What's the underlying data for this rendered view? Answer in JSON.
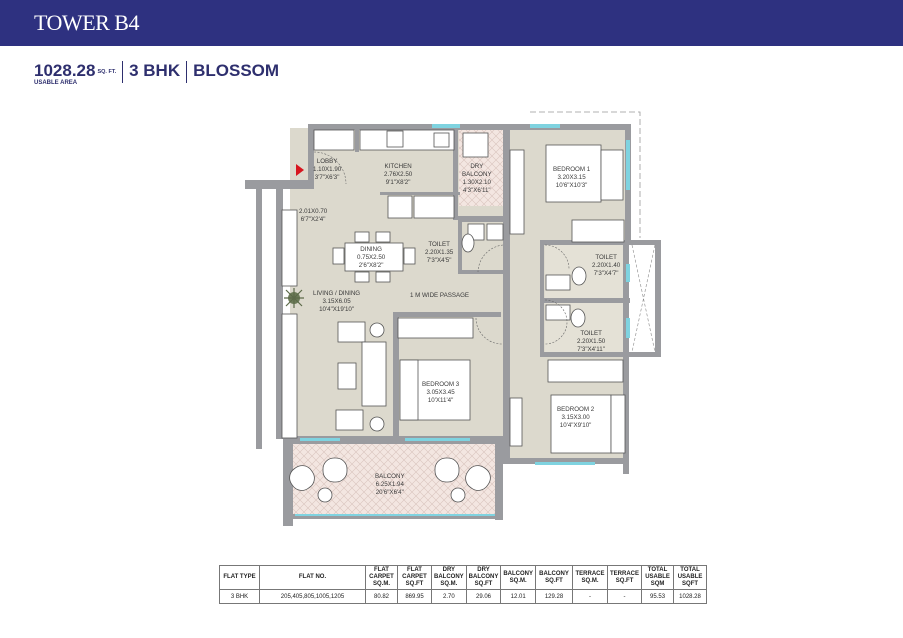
{
  "header": {
    "title": "TOWER B4"
  },
  "summary": {
    "area_value": "1028.28",
    "area_unit": "SQ. FT.",
    "area_label": "USABLE AREA",
    "configuration": "3 BHK",
    "unit_name": "BLOSSOM"
  },
  "colors": {
    "header_bg": "#2e3180",
    "text_navy": "#2e2f6e",
    "wall": "#9a9b9f",
    "floor": "#dcd9cd",
    "balcony_hatch": "#f0e2dc",
    "window": "#7fd3e0",
    "entry_marker": "#d7151f"
  },
  "rooms": {
    "lobby": {
      "name": "LOBBY",
      "metric": "1.10X1.90",
      "imperial": "3'7\"X6'3\""
    },
    "kitchen": {
      "name": "KITCHEN",
      "metric": "2.76X2.50",
      "imperial": "9'1\"X8'2\""
    },
    "dry_balcony": {
      "name1": "DRY",
      "name2": "BALCONY",
      "metric": "1.30X2.10",
      "imperial": "4'3\"X6'11\""
    },
    "bedroom1": {
      "name": "BEDROOM 1",
      "metric": "3.20X3.15",
      "imperial": "10'6\"X10'3\""
    },
    "foyer": {
      "metric": "2.01X0.70",
      "imperial": "6'7\"X2'4\""
    },
    "dining": {
      "name": "DINING",
      "metric": "0.75X2.50",
      "imperial": "2'6\"X8'2\""
    },
    "toilet_common": {
      "name": "TOILET",
      "metric": "2.20X1.35",
      "imperial": "7'3\"X4'5\""
    },
    "toilet1": {
      "name": "TOILET",
      "metric": "2.20X1.40",
      "imperial": "7'3\"X4'7\""
    },
    "toilet2": {
      "name": "TOILET",
      "metric": "2.20X1.50",
      "imperial": "7'3\"X4'11\""
    },
    "living": {
      "name": "LIVING / DINING",
      "metric": "3.15X6.05",
      "imperial": "10'4\"X19'10\""
    },
    "passage": {
      "name": "1 M WIDE PASSAGE"
    },
    "bedroom3": {
      "name": "BEDROOM 3",
      "metric": "3.05X3.45",
      "imperial": "10'X11'4\""
    },
    "bedroom2": {
      "name": "BEDROOM 2",
      "metric": "3.15X3.00",
      "imperial": "10'4\"X9'10\""
    },
    "balcony": {
      "name": "BALCONY",
      "metric": "6.25X1.94",
      "imperial": "20'6\"X6'4\""
    }
  },
  "table": {
    "headers": [
      [
        "FLAT TYPE"
      ],
      [
        "FLAT NO."
      ],
      [
        "FLAT",
        "CARPET",
        "SQ.M."
      ],
      [
        "FLAT",
        "CARPET",
        "SQ.FT"
      ],
      [
        "DRY",
        "BALCONY",
        "SQ.M."
      ],
      [
        "DRY",
        "BALCONY",
        "SQ.FT"
      ],
      [
        "BALCONY",
        "SQ.M."
      ],
      [
        "BALCONY",
        "SQ.FT"
      ],
      [
        "TERRACE",
        "SQ.M."
      ],
      [
        "TERRACE",
        "SQ.FT"
      ],
      [
        "TOTAL",
        "USABLE",
        "SQM"
      ],
      [
        "TOTAL",
        "USABLE",
        "SQFT"
      ]
    ],
    "rows": [
      [
        "3 BHK",
        "205,405,805,1005,1205",
        "80.82",
        "869.95",
        "2.70",
        "29.06",
        "12.01",
        "129.28",
        "-",
        "-",
        "95.53",
        "1028.28"
      ]
    ]
  }
}
